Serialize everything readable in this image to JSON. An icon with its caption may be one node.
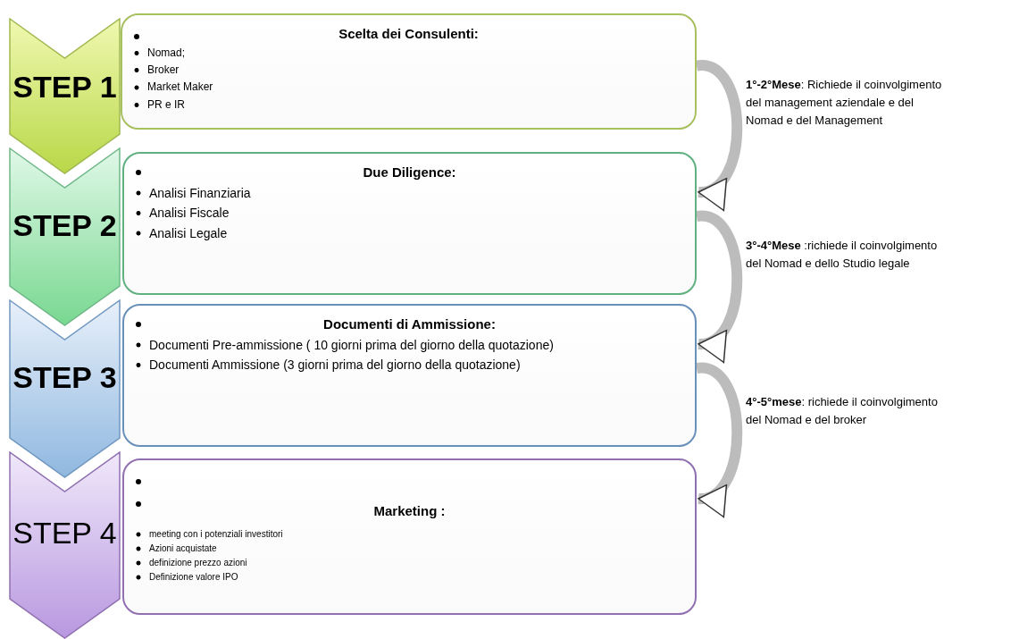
{
  "diagram": {
    "nodes": [
      {
        "text": [
          "STEP 1"
        ]
      },
      {
        "text": [
          "Scelta dei Consulenti:",
          "Nomad;",
          "Broker",
          "Market Maker",
          "PR e IR"
        ]
      },
      {
        "text": [
          "STEP 2"
        ]
      },
      {
        "text": [
          "Due Diligence:",
          "Analisi Finanziaria",
          "Analisi Fiscale",
          "Analisi Legale"
        ]
      },
      {
        "text": [
          "STEP 3"
        ]
      },
      {
        "text": [
          "Documenti di Ammissione:",
          "Documenti Pre-ammissione ( 10 giorni prima del giorno della quotazione)",
          "Documenti Ammissione (3 giorni prima del giorno della quotazione)"
        ]
      },
      {
        "text": [
          "STEP 4"
        ]
      },
      {
        "text": [
          "Marketing :",
          "meeting con i potenziali investitori",
          "Azioni acquistate",
          "definizione prezzo azioni",
          "Definizione valore IPO"
        ]
      }
    ],
    "edges": [
      {
        "from": 1,
        "to": 3,
        "arrow": "to",
        "label": "**1°-2°Mese**: Richiede il coinvolgimento del management aziendale e del Nomad e del Management"
      },
      {
        "from": 3,
        "to": 5,
        "arrow": "to",
        "label": "**3°-4°Mese** :richiede il coinvolgimento del Nomad e dello Studio legale"
      },
      {
        "from": 5,
        "to": 7,
        "arrow": "to",
        "label": "**4°-5°mese**: richiede il coinvolgimento del Nomad e del broker"
      }
    ]
  }
}
